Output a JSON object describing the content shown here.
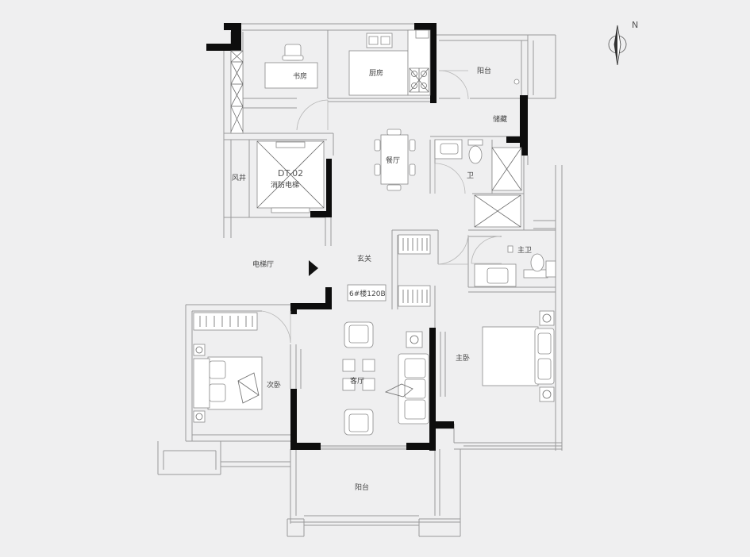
{
  "compass": {
    "north_label": "N"
  },
  "rooms": {
    "study": "书房",
    "kitchen": "厨房",
    "balcony_north": "阳台",
    "storage": "储藏",
    "dining": "餐厅",
    "bath": "卫",
    "air_shaft": "风井",
    "elevator_code": "DT-02",
    "fire_elevator": "消防电梯",
    "elevator_hall": "电梯厅",
    "foyer": "玄关",
    "master_bath": "主卫",
    "unit_type": "6#楼120B",
    "second_bedroom": "次卧",
    "living_room": "客厅",
    "master_bedroom": "主卧",
    "balcony_south": "阳台"
  }
}
